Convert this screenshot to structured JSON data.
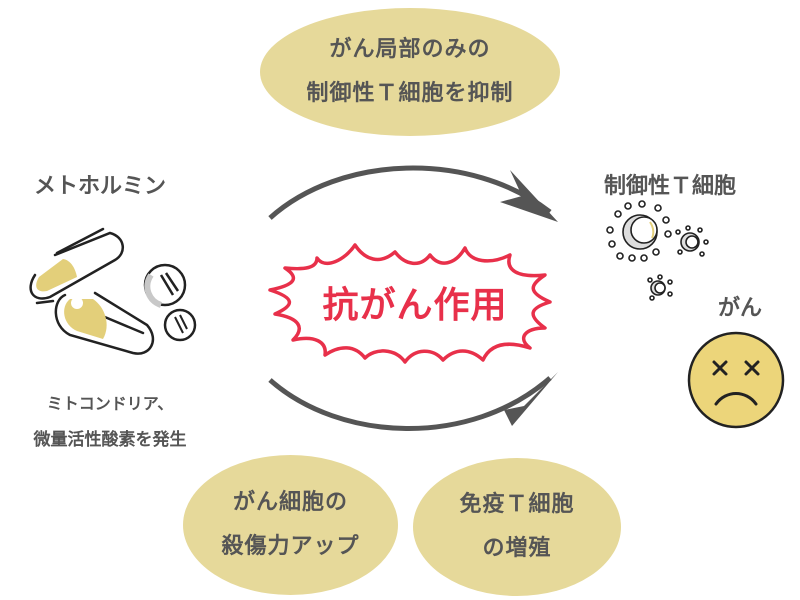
{
  "top_bubble": {
    "line1": "がん局部のみの",
    "line2": "制御性Ｔ細胞を抑制"
  },
  "left": {
    "title": "メトホルミン",
    "caption_line1": "ミトコンドリア、",
    "caption_line2": "微量活性酸素を発生",
    "icon": "pills-icon"
  },
  "center": {
    "text": "抗がん作用",
    "icon": "burst-icon"
  },
  "right": {
    "tcell_title": "制御性Ｔ細胞",
    "tcell_icon": "virus-cells-icon",
    "cancer_title": "がん",
    "cancer_icon": "dead-face-icon"
  },
  "bottom_bubbles": [
    {
      "line1": "がん細胞の",
      "line2": "殺傷力アップ"
    },
    {
      "line1": "免疫Ｔ細胞",
      "line2": "の増殖"
    }
  ],
  "colors": {
    "bubble": "#e6d99a",
    "text": "#555555",
    "accent_red": "#e8304a",
    "arrow": "#555555",
    "face": "#ecd57a"
  }
}
